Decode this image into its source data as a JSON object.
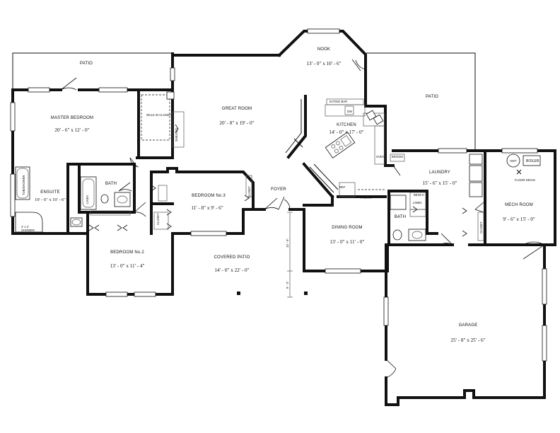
{
  "rooms": [
    {
      "name": "PATIO",
      "dims": ""
    },
    {
      "name": "NOOK",
      "dims": "13' - 0\" x 10' - 6\""
    },
    {
      "name": "PATIO",
      "dims": ""
    },
    {
      "name": "MASTER BEDROOM",
      "dims": "20' - 6\" x 12' - 0\""
    },
    {
      "name": "GREAT ROOM",
      "dims": "20' - 8\" x 19' - 0\""
    },
    {
      "name": "KITCHEN",
      "dims": "14' - 0\" x 17' - 0\""
    },
    {
      "name": "LAUNDRY",
      "dims": "15' - 6\" x 15' - 0\""
    },
    {
      "name": "MECH ROOM",
      "dims": "9' - 6\" x 15' - 0\""
    },
    {
      "name": "ENSUITE",
      "dims": "10' - 6\" x 10' - 6\""
    },
    {
      "name": "BEDROOM No.3",
      "dims": "11' - 8\" x 9' - 6\""
    },
    {
      "name": "DINING ROOM",
      "dims": "13' - 0\" x 11' - 0\""
    },
    {
      "name": "BEDROOM No.2",
      "dims": "13' - 0\" x 11' - 4\""
    },
    {
      "name": "COVERED PATIO",
      "dims": "14' - 0\" x 22' - 0\""
    },
    {
      "name": "GARAGE",
      "dims": "25' - 8\" x 25' - 6\""
    }
  ],
  "minor_labels": {
    "bath_left": "BATH",
    "bath_right": "BATH",
    "foyer": "FOYER",
    "eating_bar": "EATING BAR",
    "dw": "DW",
    "walk_in_closet": "WALK IN CLOSET",
    "shelves": "SHELVES",
    "closet_a": "CLOSET",
    "closet_b": "CLOSET",
    "closet_c": "CLOSET",
    "closet_d": "CLOSET",
    "pantry": "PANTRY",
    "linen": "LINEN",
    "bench": "BENCH",
    "broom": "BROOM",
    "oven": "OVEN",
    "ref": "REF",
    "boiler": "BOILER",
    "hwt": "HWT",
    "floor_drain": "FLOOR DRAIN",
    "tub_shower": "TUB/SHOWER",
    "shower": "SHOWER",
    "shower_size": "4' x 3'",
    "linen2": "LINEN",
    "dim_a": "10' - 6\"",
    "dim_b": "9' - 0\""
  }
}
